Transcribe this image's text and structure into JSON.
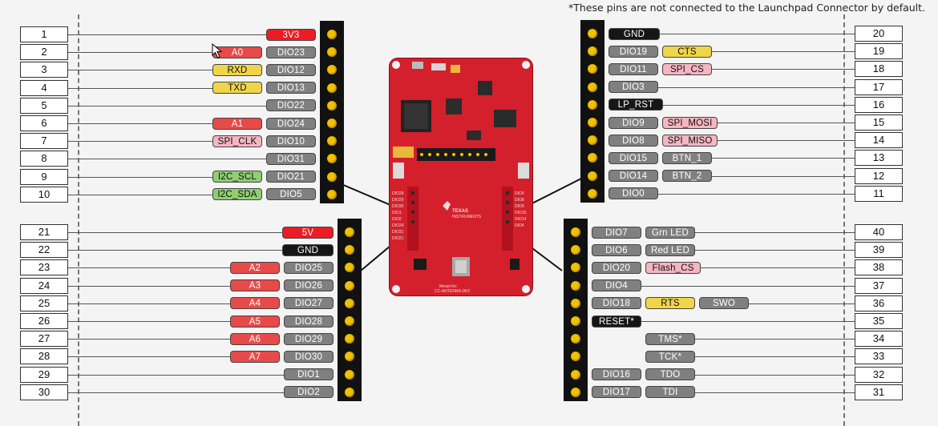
{
  "note": "*These pins are not connected to the Launchpad Connector by default.",
  "colors": {
    "red": "#e84a4a",
    "bright_red": "#ec1c24",
    "gray": "#808080",
    "black": "#161616",
    "yellow": "#f0d54a",
    "pink": "#f5b5c2",
    "green": "#8fcf72",
    "header_strip": "#111111",
    "pin_dot": "#f2c100",
    "board": "#d4202c"
  },
  "board": {
    "icon": "launchpad-board-photo",
    "brand": "TEXAS INSTRUMENTS",
    "footer_text": "Meant for: CC-ANTENNA-DK2"
  },
  "headers": {
    "top_left": [
      {
        "pin": "1",
        "labels": [
          {
            "text": "3V3",
            "c": "bright_red"
          }
        ]
      },
      {
        "pin": "2",
        "labels": [
          {
            "text": "DIO23",
            "c": "gray"
          },
          {
            "text": "A0",
            "c": "red"
          }
        ]
      },
      {
        "pin": "3",
        "labels": [
          {
            "text": "DIO12",
            "c": "gray"
          },
          {
            "text": "RXD",
            "c": "yellow"
          }
        ]
      },
      {
        "pin": "4",
        "labels": [
          {
            "text": "DIO13",
            "c": "gray"
          },
          {
            "text": "TXD",
            "c": "yellow"
          }
        ]
      },
      {
        "pin": "5",
        "labels": [
          {
            "text": "DIO22",
            "c": "gray"
          }
        ]
      },
      {
        "pin": "6",
        "labels": [
          {
            "text": "DIO24",
            "c": "gray"
          },
          {
            "text": "A1",
            "c": "red"
          }
        ]
      },
      {
        "pin": "7",
        "labels": [
          {
            "text": "DIO10",
            "c": "gray"
          },
          {
            "text": "SPI_CLK",
            "c": "pink"
          }
        ]
      },
      {
        "pin": "8",
        "labels": [
          {
            "text": "DIO31",
            "c": "gray"
          }
        ]
      },
      {
        "pin": "9",
        "labels": [
          {
            "text": "DIO21",
            "c": "gray"
          },
          {
            "text": "I2C_SCL",
            "c": "green"
          }
        ]
      },
      {
        "pin": "10",
        "labels": [
          {
            "text": "DIO5",
            "c": "gray"
          },
          {
            "text": "I2C_SDA",
            "c": "green"
          }
        ]
      }
    ],
    "bottom_left": [
      {
        "pin": "21",
        "labels": [
          {
            "text": "5V",
            "c": "bright_red"
          }
        ]
      },
      {
        "pin": "22",
        "labels": [
          {
            "text": "GND",
            "c": "black"
          }
        ]
      },
      {
        "pin": "23",
        "labels": [
          {
            "text": "DIO25",
            "c": "gray"
          },
          {
            "text": "A2",
            "c": "red"
          }
        ]
      },
      {
        "pin": "24",
        "labels": [
          {
            "text": "DIO26",
            "c": "gray"
          },
          {
            "text": "A3",
            "c": "red"
          }
        ]
      },
      {
        "pin": "25",
        "labels": [
          {
            "text": "DIO27",
            "c": "gray"
          },
          {
            "text": "A4",
            "c": "red"
          }
        ]
      },
      {
        "pin": "26",
        "labels": [
          {
            "text": "DIO28",
            "c": "gray"
          },
          {
            "text": "A5",
            "c": "red"
          }
        ]
      },
      {
        "pin": "27",
        "labels": [
          {
            "text": "DIO29",
            "c": "gray"
          },
          {
            "text": "A6",
            "c": "red"
          }
        ]
      },
      {
        "pin": "28",
        "labels": [
          {
            "text": "DIO30",
            "c": "gray"
          },
          {
            "text": "A7",
            "c": "red"
          }
        ]
      },
      {
        "pin": "29",
        "labels": [
          {
            "text": "DIO1",
            "c": "gray"
          }
        ]
      },
      {
        "pin": "30",
        "labels": [
          {
            "text": "DIO2",
            "c": "gray"
          }
        ]
      }
    ],
    "top_right": [
      {
        "pin": "20",
        "labels": [
          {
            "text": "GND",
            "c": "black"
          }
        ]
      },
      {
        "pin": "19",
        "labels": [
          {
            "text": "DIO19",
            "c": "gray"
          },
          {
            "text": "CTS",
            "c": "yellow"
          }
        ]
      },
      {
        "pin": "18",
        "labels": [
          {
            "text": "DIO11",
            "c": "gray"
          },
          {
            "text": "SPI_CS",
            "c": "pink"
          }
        ]
      },
      {
        "pin": "17",
        "labels": [
          {
            "text": "DIO3",
            "c": "gray"
          }
        ]
      },
      {
        "pin": "16",
        "labels": [
          {
            "text": "LP_RST",
            "c": "black"
          }
        ]
      },
      {
        "pin": "15",
        "labels": [
          {
            "text": "DIO9",
            "c": "gray"
          },
          {
            "text": "SPI_MOSI",
            "c": "pink"
          }
        ]
      },
      {
        "pin": "14",
        "labels": [
          {
            "text": "DIO8",
            "c": "gray"
          },
          {
            "text": "SPI_MISO",
            "c": "pink"
          }
        ]
      },
      {
        "pin": "13",
        "labels": [
          {
            "text": "DIO15",
            "c": "gray"
          },
          {
            "text": "BTN_1",
            "c": "gray"
          }
        ]
      },
      {
        "pin": "12",
        "labels": [
          {
            "text": "DIO14",
            "c": "gray"
          },
          {
            "text": "BTN_2",
            "c": "gray"
          }
        ]
      },
      {
        "pin": "11",
        "labels": [
          {
            "text": "DIO0",
            "c": "gray"
          }
        ]
      }
    ],
    "bottom_right": [
      {
        "pin": "40",
        "labels": [
          {
            "text": "DIO7",
            "c": "gray"
          },
          {
            "text": "Grn LED",
            "c": "gray"
          }
        ]
      },
      {
        "pin": "39",
        "labels": [
          {
            "text": "DIO6",
            "c": "gray"
          },
          {
            "text": "Red LED",
            "c": "gray"
          }
        ]
      },
      {
        "pin": "38",
        "labels": [
          {
            "text": "DIO20",
            "c": "gray"
          },
          {
            "text": "Flash_CS",
            "c": "pink"
          }
        ]
      },
      {
        "pin": "37",
        "labels": [
          {
            "text": "DIO4",
            "c": "gray"
          }
        ]
      },
      {
        "pin": "36",
        "labels": [
          {
            "text": "DIO18",
            "c": "gray"
          },
          {
            "text": "RTS",
            "c": "yellow"
          },
          {
            "text": "SWO",
            "c": "gray"
          }
        ]
      },
      {
        "pin": "35",
        "labels": [
          {
            "text": "RESET*",
            "c": "black"
          }
        ]
      },
      {
        "pin": "34",
        "labels": [
          {
            "text": "TMS*",
            "c": "gray",
            "skip": 1
          }
        ]
      },
      {
        "pin": "33",
        "labels": [
          {
            "text": "TCK*",
            "c": "gray",
            "skip": 1
          }
        ]
      },
      {
        "pin": "32",
        "labels": [
          {
            "text": "DIO16",
            "c": "gray"
          },
          {
            "text": "TDO",
            "c": "gray"
          }
        ]
      },
      {
        "pin": "31",
        "labels": [
          {
            "text": "DIO17",
            "c": "gray"
          },
          {
            "text": "TDI",
            "c": "gray"
          }
        ]
      }
    ]
  }
}
